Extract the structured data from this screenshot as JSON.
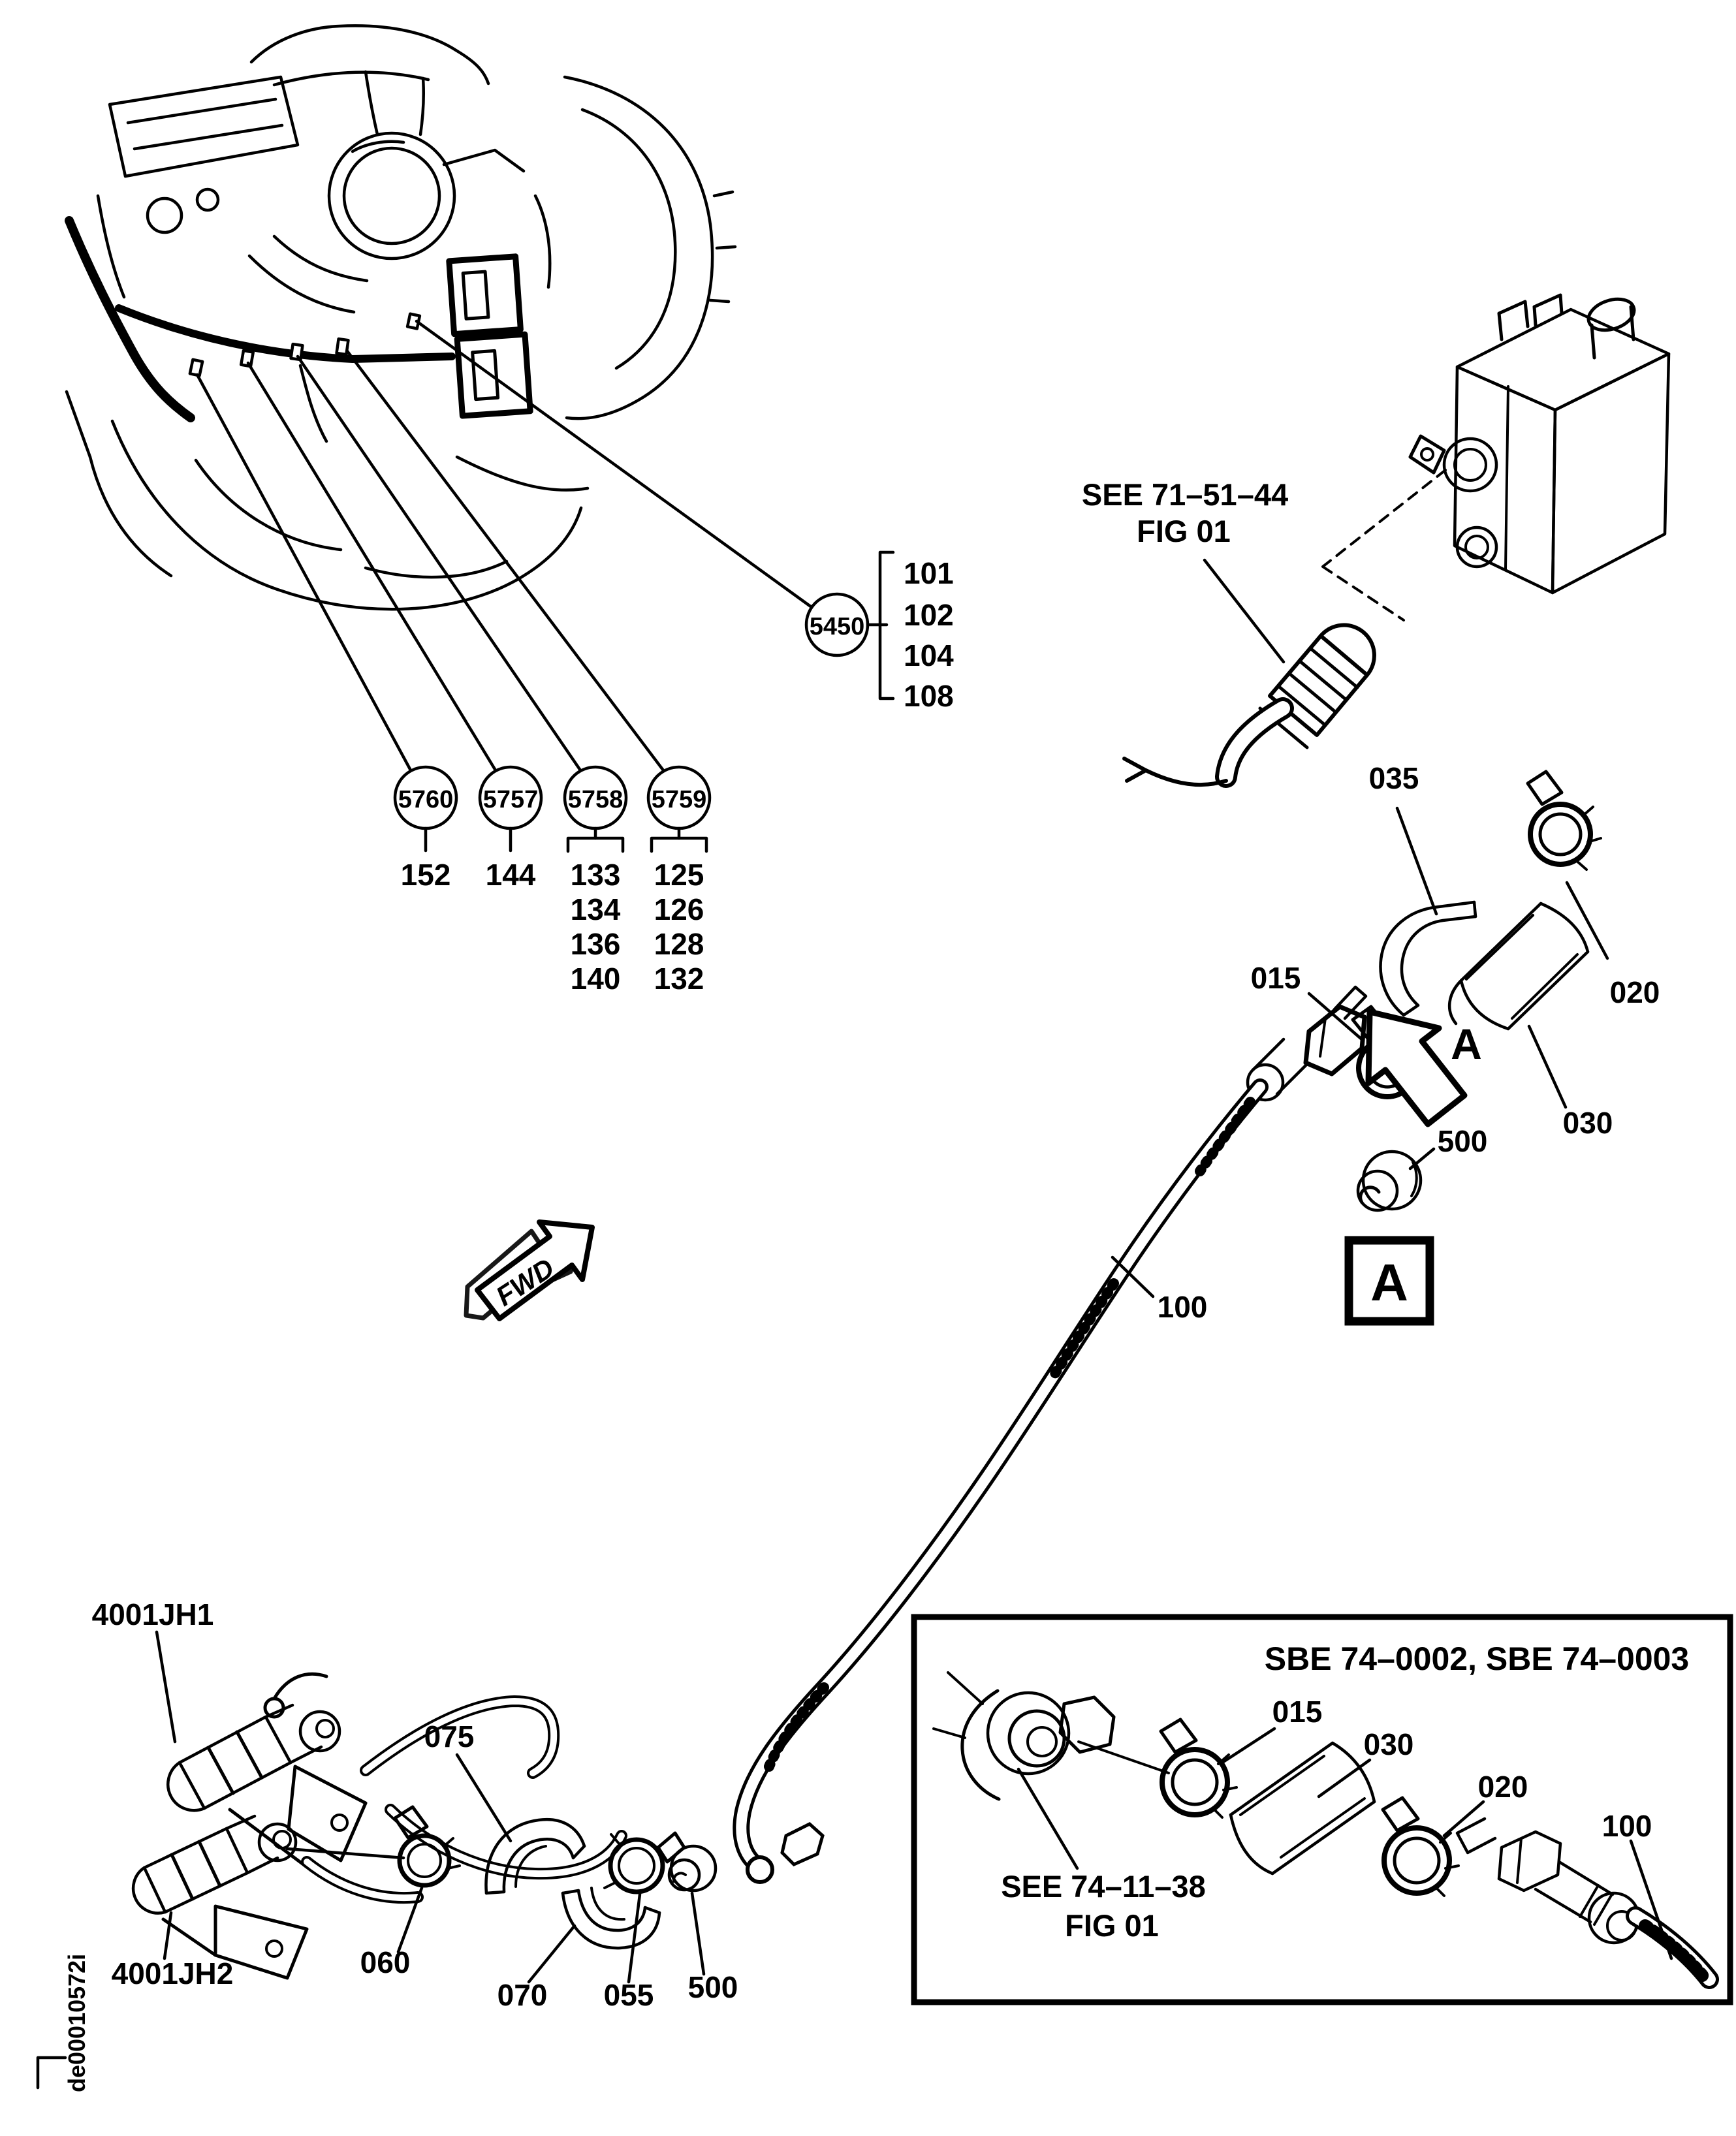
{
  "doc": {
    "watermark": "de00010572i"
  },
  "engine_callouts": {
    "c5450": {
      "id": "5450",
      "items": [
        "101",
        "102",
        "104",
        "108"
      ]
    },
    "c5760": {
      "id": "5760",
      "items": [
        "152"
      ]
    },
    "c5757": {
      "id": "5757",
      "items": [
        "144"
      ]
    },
    "c5758": {
      "id": "5758",
      "items": [
        "133",
        "134",
        "136",
        "140"
      ]
    },
    "c5759": {
      "id": "5759",
      "items": [
        "125",
        "126",
        "128",
        "132"
      ]
    }
  },
  "references": {
    "top": {
      "line1": "SEE 71–51–44",
      "line2": "FIG 01"
    },
    "inset": {
      "line1": "SEE 74–11–38",
      "line2": "FIG 01"
    }
  },
  "labels": {
    "p035": "035",
    "p020": "020",
    "p015": "015",
    "p030": "030",
    "p500": "500",
    "p100": "100",
    "p4001jh1": "4001JH1",
    "p4001jh2": "4001JH2",
    "p075": "075",
    "p060": "060",
    "p070": "070",
    "p055": "055",
    "p500b": "500"
  },
  "inset": {
    "heading": "SBE 74–0002, SBE 74–0003",
    "labels": {
      "p015": "015",
      "p030": "030",
      "p020": "020",
      "p100": "100"
    }
  },
  "markers": {
    "fwd": "FWD",
    "detail_letter": "A",
    "detail_box_letter": "A"
  }
}
